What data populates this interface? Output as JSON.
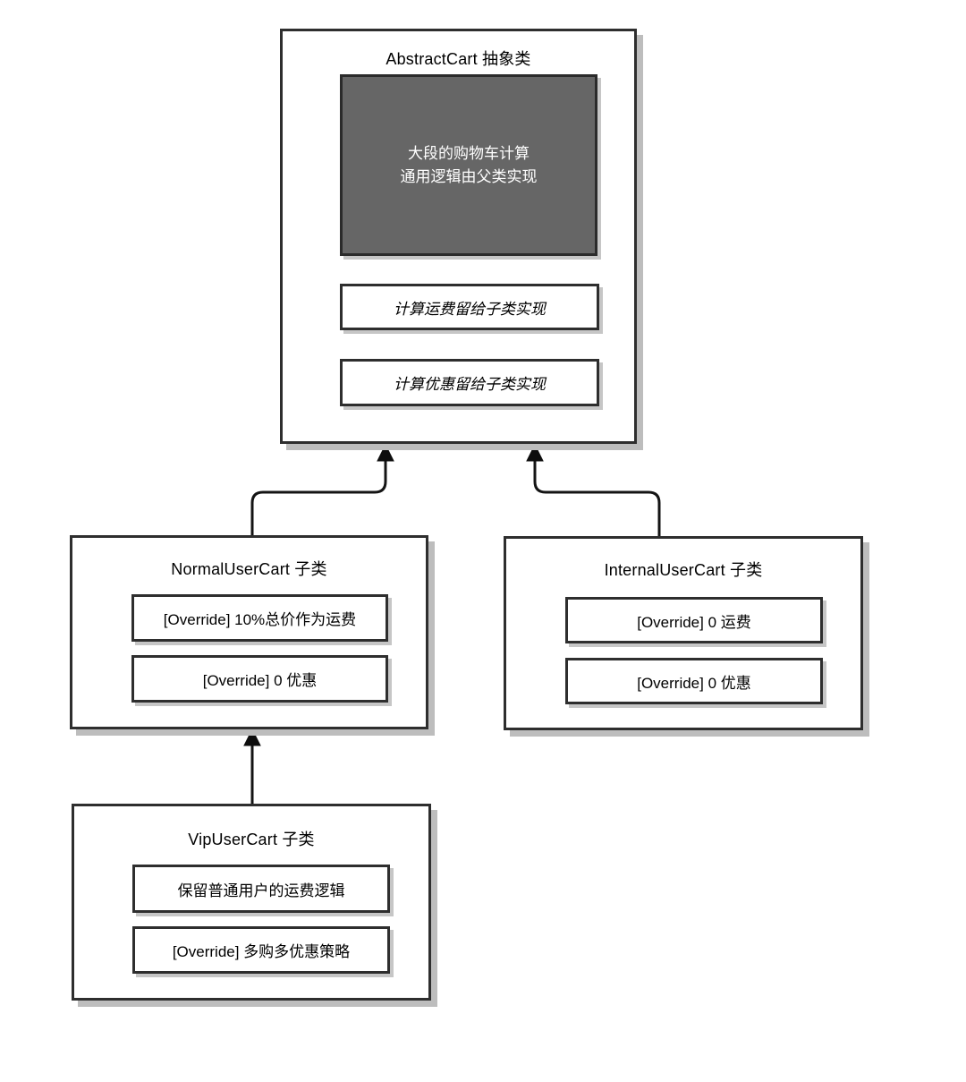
{
  "diagram": {
    "abstract_cart": {
      "title": "AbstractCart 抽象类",
      "core_logic": {
        "line1": "大段的购物车计算",
        "line2": "通用逻辑由父类实现"
      },
      "methods": [
        "计算运费留给子类实现",
        "计算优惠留给子类实现"
      ]
    },
    "normal_user_cart": {
      "title": "NormalUserCart 子类",
      "methods": [
        "[Override] 10%总价作为运费",
        "[Override] 0 优惠"
      ]
    },
    "internal_user_cart": {
      "title": "InternalUserCart 子类",
      "methods": [
        "[Override] 0 运费",
        "[Override] 0 优惠"
      ]
    },
    "vip_user_cart": {
      "title": "VipUserCart 子类",
      "methods": [
        "保留普通用户的运费逻辑",
        "[Override] 多购多优惠策略"
      ]
    },
    "colors": {
      "box_border": "#2e2e2e",
      "box_shadow": "#bdbdbd",
      "highlight_fill": "#666666",
      "highlight_text": "#ffffff",
      "connector": "#141414",
      "background": "#ffffff"
    }
  }
}
